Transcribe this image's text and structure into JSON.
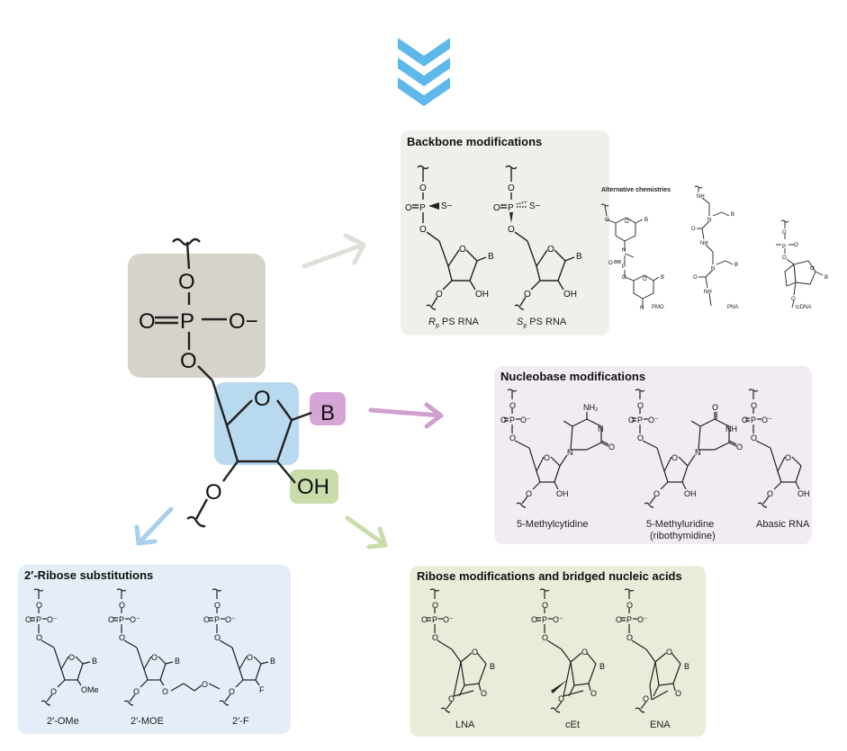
{
  "central": {
    "phosphate": {
      "o_top": "O",
      "o_left": "O",
      "p": "P",
      "o_minus": "O−",
      "o_bottom": "O"
    },
    "ring_o": "O",
    "base_label": "B",
    "oh_label": "OH",
    "o_3prime": "O"
  },
  "colors": {
    "backbone_panel": "#efefeb",
    "phosphate_highlight": "#d6d3cb",
    "sugar_highlight": "#b9d9ee",
    "base_highlight": "#d6a5d6",
    "oh_highlight": "#c9dca9",
    "nucleobase_panel": "#f1ebf4",
    "ribose_panel": "#e7edd8",
    "substitution_panel": "#e5edf8",
    "chevron": "#5fb8ea"
  },
  "backbone": {
    "title": "Backbone modifications",
    "rp_label": "R",
    "rp_sub": "p",
    "rp_suffix": " PS RNA",
    "sp_label": "S",
    "sp_sub": "p",
    "sp_suffix": " PS RNA",
    "alt_title": "Alternative chemistries",
    "pmo": "PMO",
    "pna": "PNA",
    "tcdna": "tcDNA"
  },
  "nucleobase": {
    "title": "Nucleobase modifications",
    "items": [
      "5-Methylcytidine",
      "5-Methyluridine",
      "Abasic RNA"
    ],
    "sub_note": "(ribothymidine)"
  },
  "ribose": {
    "title": "Ribose modifications and bridged nucleic acids",
    "items": [
      "LNA",
      "cEt",
      "ENA"
    ]
  },
  "substitutions": {
    "title": "2′-Ribose substitutions",
    "items": [
      "2′-OMe",
      "2′-MOE",
      "2′-F"
    ]
  }
}
